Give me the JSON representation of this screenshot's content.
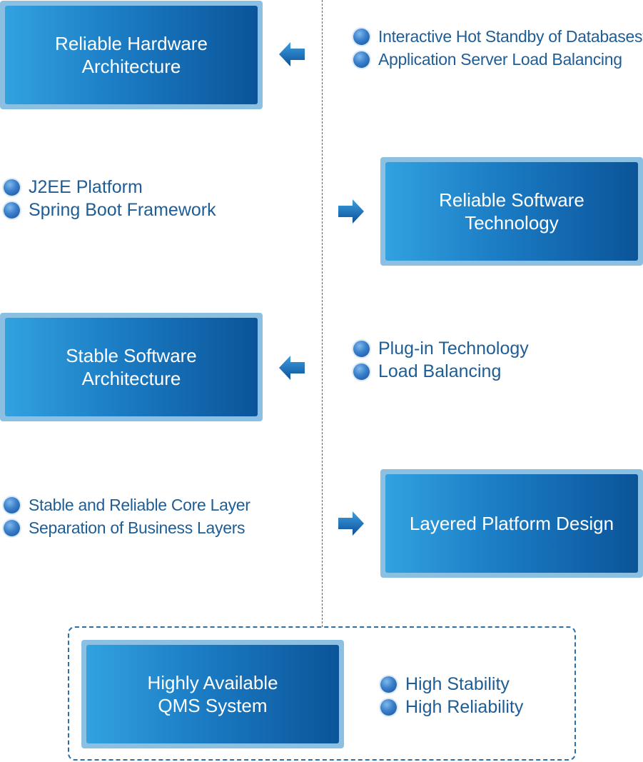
{
  "boxes": {
    "hardware": "Reliable Hardware\nArchitecture",
    "software_tech": "Reliable Software\nTechnology",
    "stable_arch": "Stable Software\nArchitecture",
    "layered": "Layered Platform Design",
    "qms": "Highly Available\nQMS System"
  },
  "bullets": {
    "hardware": [
      "Interactive Hot Standby of Databasest",
      "Application Server Load Balancing"
    ],
    "software_tech": [
      "J2EE Platform",
      "Spring Boot Framework"
    ],
    "stable_arch": [
      "Plug-in Technology",
      "Load Balancing"
    ],
    "layered": [
      "Stable and Reliable Core Layer",
      "Separation of Business Layers"
    ],
    "qms": [
      "High Stability",
      "High Reliability"
    ]
  },
  "colors": {
    "box_gradient_start": "#32a2df",
    "box_gradient_end": "#0b5499",
    "box_frame": "#8cc0e3",
    "bullet_text": "#1f5d95"
  },
  "icons": {
    "arrow_left": "arrow-left-icon",
    "arrow_right": "arrow-right-icon",
    "bullet": "bullet-dot-icon"
  }
}
